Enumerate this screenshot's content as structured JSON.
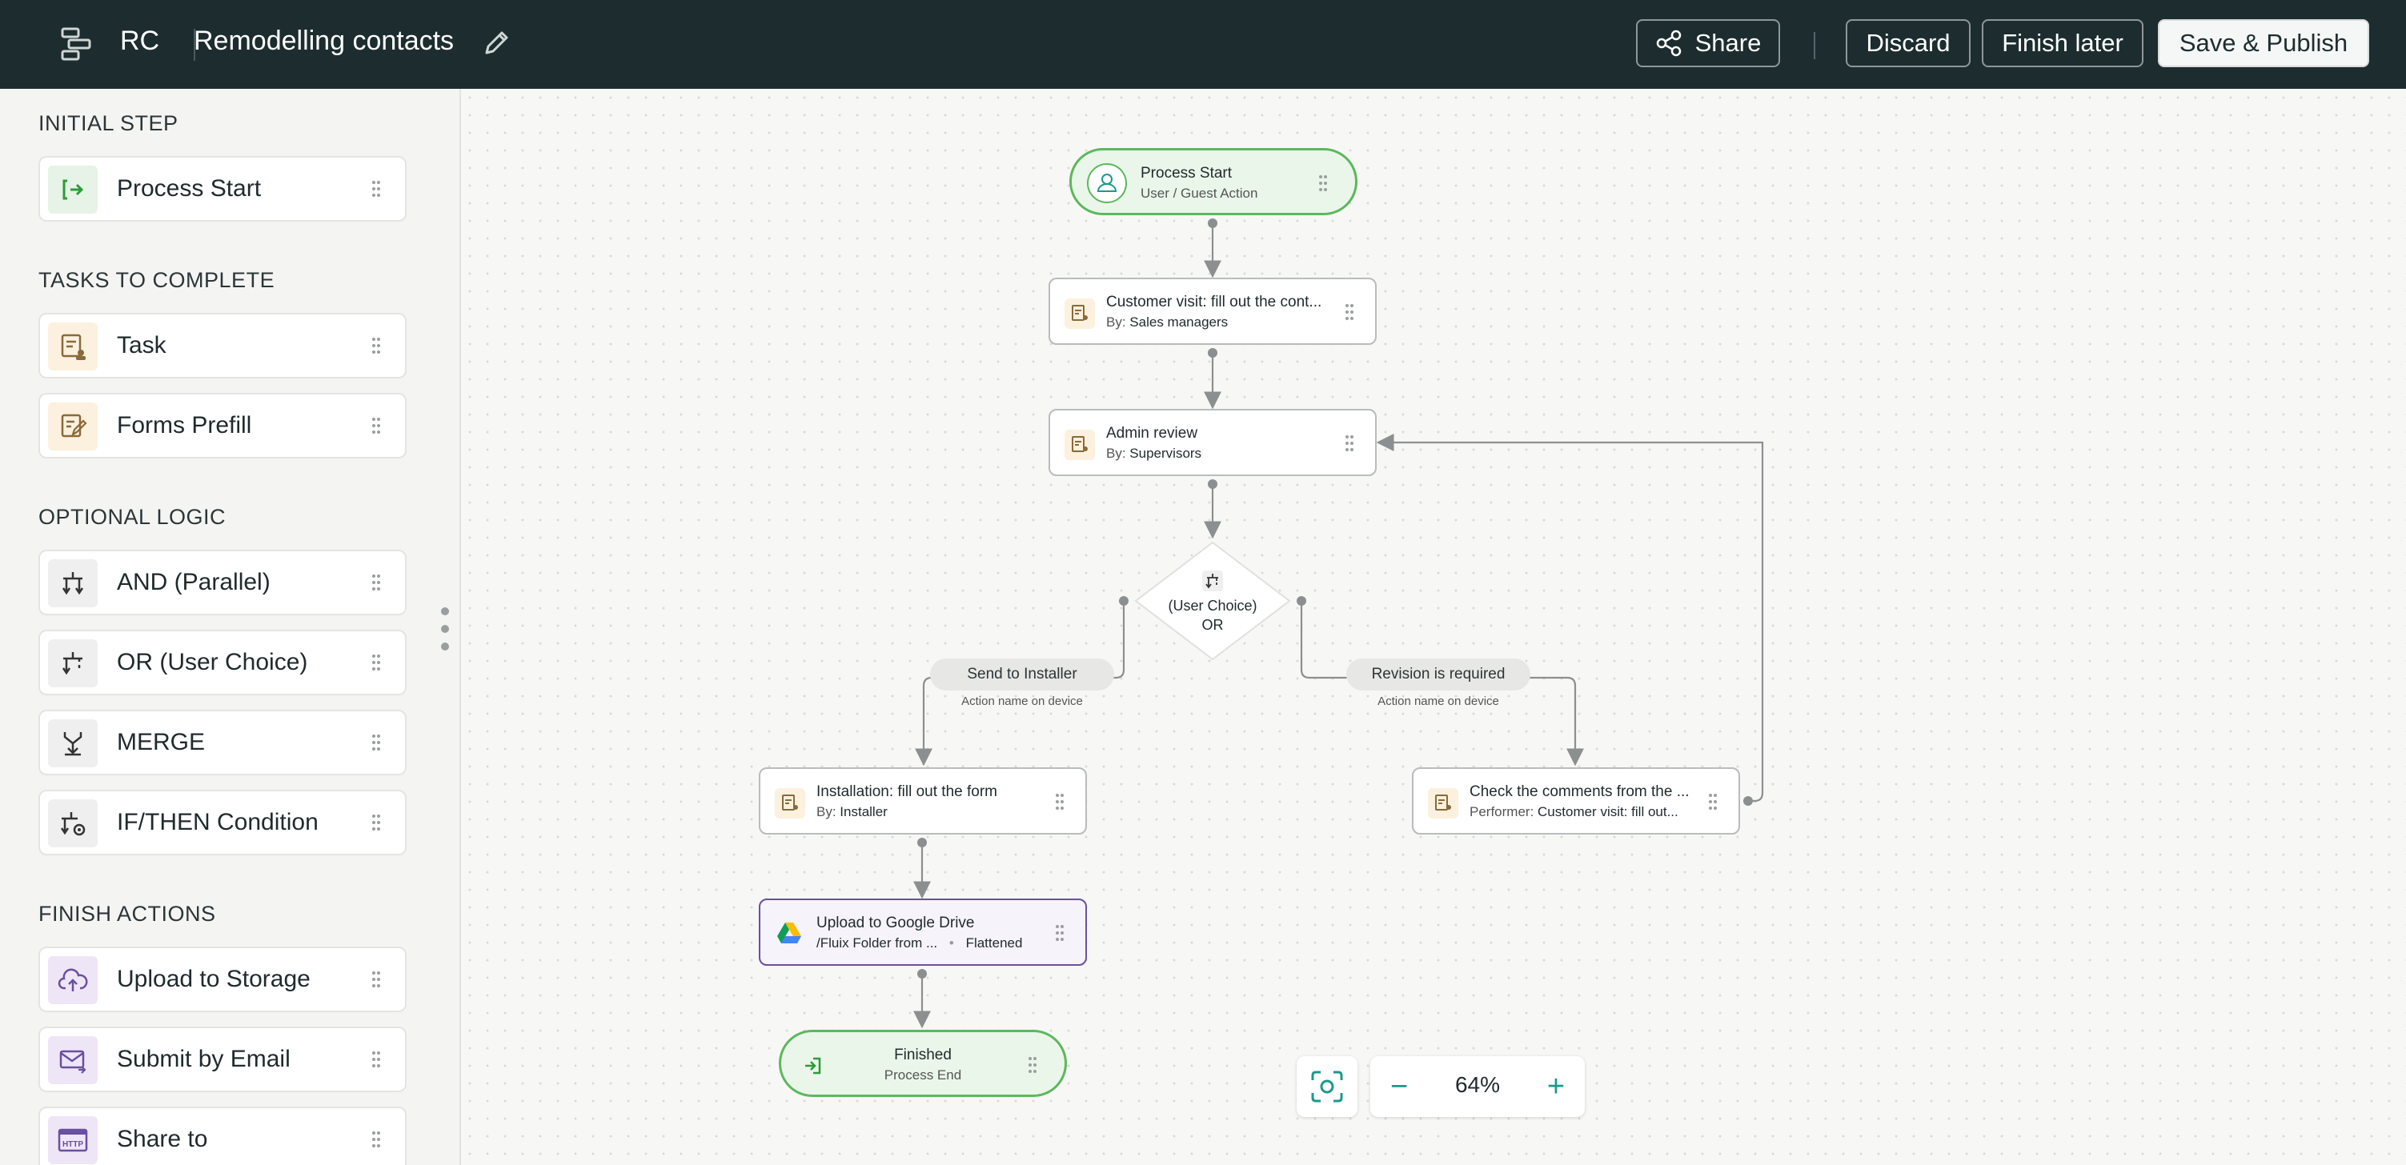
{
  "header": {
    "app_code": "RC",
    "title": "Remodelling contacts",
    "share_label": "Share",
    "discard_label": "Discard",
    "finish_later_label": "Finish later",
    "publish_label": "Save & Publish"
  },
  "sidebar": {
    "sections": [
      {
        "title": "INITIAL STEP",
        "items": [
          {
            "label": "Process Start",
            "icon": "process-start-icon"
          }
        ]
      },
      {
        "title": "TASKS TO COMPLETE",
        "items": [
          {
            "label": "Task",
            "icon": "task-icon"
          },
          {
            "label": "Forms Prefill",
            "icon": "forms-prefill-icon"
          }
        ]
      },
      {
        "title": "OPTIONAL LOGIC",
        "items": [
          {
            "label": "AND (Parallel)",
            "icon": "and-parallel-icon"
          },
          {
            "label": "OR (User Choice)",
            "icon": "or-choice-icon"
          },
          {
            "label": "MERGE",
            "icon": "merge-icon"
          },
          {
            "label": "IF/THEN Condition",
            "icon": "if-then-icon"
          }
        ]
      },
      {
        "title": "FINISH ACTIONS",
        "items": [
          {
            "label": "Upload to Storage",
            "icon": "cloud-upload-icon"
          },
          {
            "label": "Submit by Email",
            "icon": "email-icon"
          },
          {
            "label": "Share to",
            "icon": "http-icon"
          }
        ]
      }
    ]
  },
  "flow": {
    "start": {
      "title": "Process Start",
      "subtitle": "User / Guest Action"
    },
    "customer_visit": {
      "title": "Customer visit: fill out the cont...",
      "by_label": "By:",
      "by": "Sales managers"
    },
    "admin_review": {
      "title": "Admin review",
      "by_label": "By:",
      "by": "Supervisors"
    },
    "decision": {
      "line1": "(User Choice)",
      "line2": "OR"
    },
    "branch_left": {
      "label": "Send to Installer",
      "sub": "Action name on device"
    },
    "branch_right": {
      "label": "Revision is required",
      "sub": "Action name on device"
    },
    "installation": {
      "title": "Installation: fill out the form",
      "by_label": "By:",
      "by": "Installer"
    },
    "check_comments": {
      "title": "Check the comments from the ...",
      "by_label": "Performer:",
      "by": "Customer visit: fill out..."
    },
    "upload": {
      "title": "Upload to Google Drive",
      "path": "/Fluix Folder from ...",
      "separator": "•",
      "mode": "Flattened"
    },
    "end": {
      "title": "Finished",
      "subtitle": "Process End"
    }
  },
  "zoom": {
    "value": "64%",
    "minus": "−",
    "plus": "+"
  },
  "colors": {
    "header_bg": "#1d2d2f",
    "accent_green": "#5cb85c",
    "accent_teal": "#1a9a8c",
    "upload_border": "#6b4fa0"
  }
}
